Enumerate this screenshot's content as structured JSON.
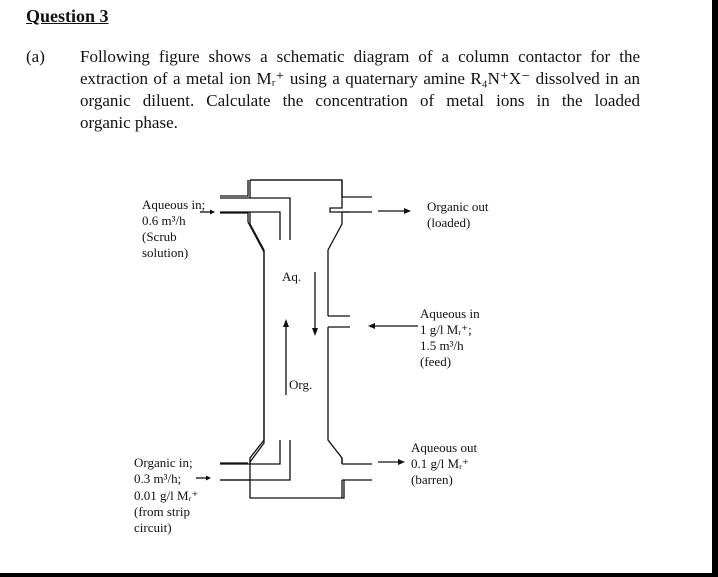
{
  "question_title": "Question 3",
  "part_label": "(a)",
  "paragraph": {
    "line1": "Following figure shows a schematic diagram of a column contactor for the",
    "line2": "extraction of a metal ion Mᵣ⁺ using a quaternary amine R₄N⁺X⁻ dissolved in an",
    "line3": "organic diluent.  Calculate the concentration of metal ions in the loaded",
    "line4": "organic phase."
  },
  "diagram": {
    "aq_in_scrub": [
      "Aqueous in;",
      "0.6 m³/h",
      "(Scrub",
      "solution)"
    ],
    "organic_out": [
      "Organic out",
      "(loaded)"
    ],
    "aq_label": "Aq.",
    "org_label": "Org.",
    "aq_in_feed": [
      "Aqueous in",
      "1 g/l Mᵣ⁺;",
      "1.5 m³/h",
      "(feed)"
    ],
    "organic_in": [
      "Organic in;",
      "0.3 m³/h;",
      "0.01 g/l Mᵣ⁺",
      "(from strip",
      "circuit)"
    ],
    "aq_out": [
      "Aqueous out",
      "0.1 g/l Mᵣ⁺",
      "(barren)"
    ]
  }
}
